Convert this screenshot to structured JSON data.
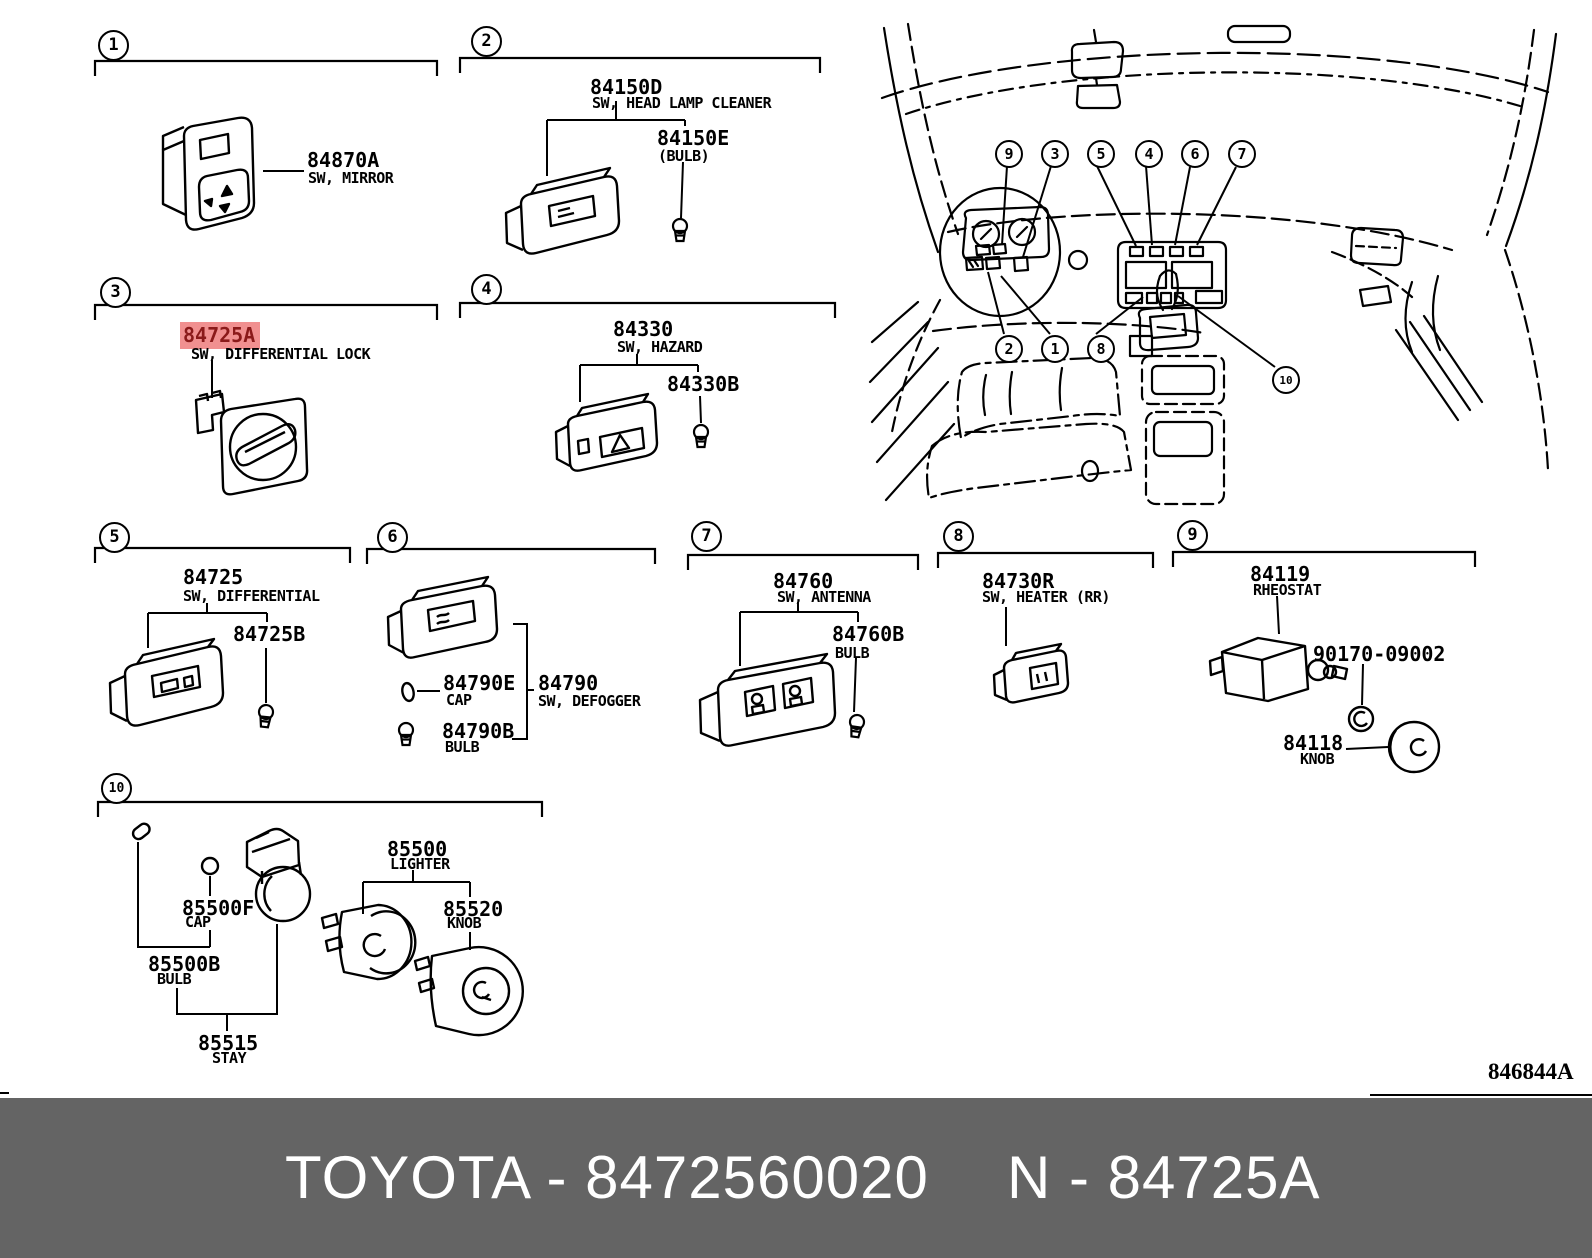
{
  "footer": {
    "left": "TOYOTA - 8472560020",
    "right": "N - 84725A",
    "bg_color": "#646464",
    "text_color": "#ffffff"
  },
  "diagram_code": "846844A",
  "highlight": {
    "part": "84725A",
    "bg_color": "#f19090",
    "text_color": "#8b1a1a"
  },
  "callouts": {
    "n1": "1",
    "n2": "2",
    "n3": "3",
    "n4": "4",
    "n5": "5",
    "n6": "6",
    "n7": "7",
    "n8": "8",
    "n9": "9",
    "n10": "10"
  },
  "parts": {
    "p84870A": {
      "number": "84870A",
      "label": "SW, MIRROR"
    },
    "p84150D": {
      "number": "84150D",
      "label": "SW, HEAD LAMP CLEANER"
    },
    "p84150E": {
      "number": "84150E",
      "label": "(BULB)"
    },
    "p84725A": {
      "number": "84725A",
      "label": "SW, DIFFERENTIAL LOCK"
    },
    "p84330": {
      "number": "84330",
      "label": "SW, HAZARD"
    },
    "p84330B": {
      "number": "84330B"
    },
    "p84725": {
      "number": "84725",
      "label": "SW, DIFFERENTIAL"
    },
    "p84725B": {
      "number": "84725B"
    },
    "p84790E": {
      "number": "84790E",
      "label": "CAP"
    },
    "p84790": {
      "number": "84790",
      "label": "SW, DEFOGGER"
    },
    "p84790B": {
      "number": "84790B",
      "label": "BULB"
    },
    "p84760": {
      "number": "84760",
      "label": "SW, ANTENNA"
    },
    "p84760B": {
      "number": "84760B",
      "label": "BULB"
    },
    "p84730R": {
      "number": "84730R",
      "label": "SW, HEATER (RR)"
    },
    "p84119": {
      "number": "84119",
      "label": "RHEOSTAT"
    },
    "p9017009002": {
      "number": "90170-09002"
    },
    "p84118": {
      "number": "84118",
      "label": "KNOB"
    },
    "p85500F": {
      "number": "85500F",
      "label": "CAP"
    },
    "p85500B": {
      "number": "85500B",
      "label": "BULB"
    },
    "p85515": {
      "number": "85515",
      "label": "STAY"
    },
    "p85500": {
      "number": "85500",
      "label": "LIGHTER"
    },
    "p85520": {
      "number": "85520",
      "label": "KNOB"
    }
  }
}
